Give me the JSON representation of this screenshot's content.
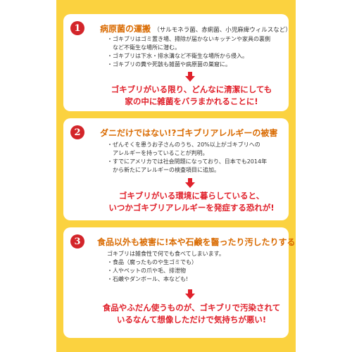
{
  "colors": {
    "panel": "#fbd23f",
    "card": "#ffffff",
    "accent_red": "#e0212b",
    "title_orange": "#d96a00",
    "badge": "#d3252a"
  },
  "sections": [
    {
      "number": "1",
      "title": "病原菌の運搬",
      "title_note": "（サルモネラ菌、赤痢菌、小児麻痺ウィルスなど）",
      "lines": [
        "・ゴキブリはゴミ置き場、掃除が届かないキッチンや家具の裏側",
        "　など不衛生な場所に潜む。",
        "・ゴキブリは下水・排水溝など不衛生な場所から侵入。",
        "・ゴキブリの糞や死骸も雑菌や病原菌の巣窟に。"
      ],
      "arrow_icon": "down-arrow-icon",
      "callout": [
        "ゴキブリがいる限り、どんなに清潔にしても",
        "家の中に雑菌をバラまかれることに!"
      ]
    },
    {
      "number": "2",
      "title": "ダニだけではない!?ゴキブリアレルギーの被害",
      "title_note": "",
      "lines": [
        "・ぜんそくを患うお子さんのうち、20%以上がゴキブリへの",
        "　アレルギーを持っていることが判明。",
        "・すでにアメリカでは社会問題になっており、日本でも2014年",
        "　から新たにアレルギーの検査項目に追加。"
      ],
      "arrow_icon": "down-arrow-icon",
      "callout": [
        "ゴキブリがいる環境に暮らしていると、",
        "いつかゴキブリアレルギーを発症する恐れが!"
      ]
    },
    {
      "number": "3",
      "title": "食品以外も被害に!本や石鹸を齧ったり汚したりする",
      "title_note": "",
      "lines": [
        "ゴキブリは雑食性で何でも食べてしまいます。",
        "・食品（腐ったものや生ゴミでも）",
        "・人やペットの爪や毛、排泄物",
        "・石鹸やダンボール、本なども!"
      ],
      "arrow_icon": "down-arrow-icon",
      "callout": [
        "食品やふだん使うものが、ゴキブリで汚染されて",
        "いるなんて想像しただけで気持ちが悪い!"
      ]
    }
  ]
}
